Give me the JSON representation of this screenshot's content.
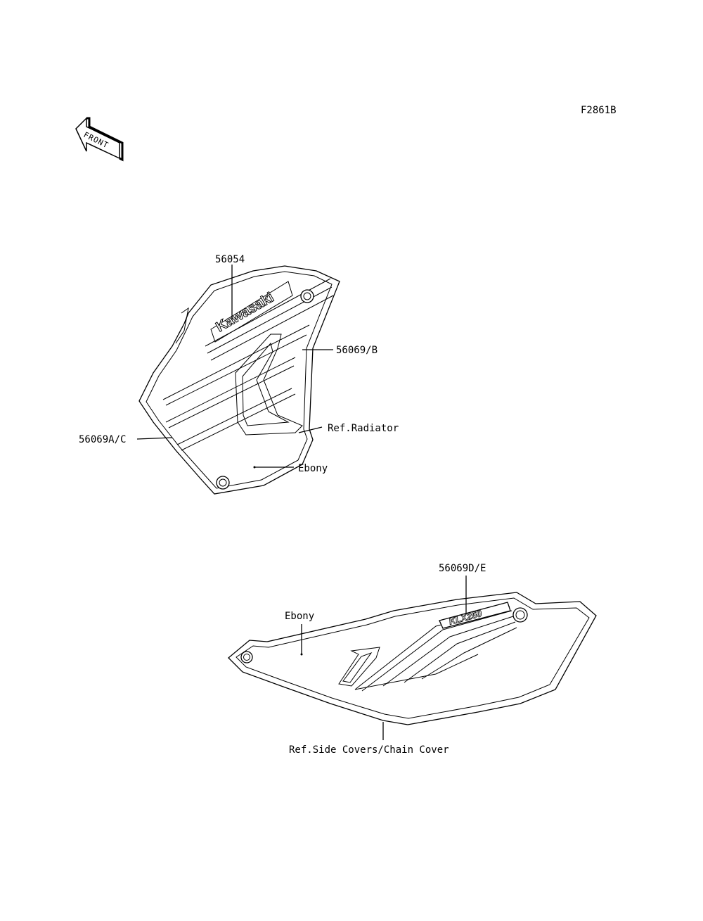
{
  "figure_code": "F2861B",
  "front_arrow": {
    "text": "FRONT"
  },
  "shroud": {
    "logo": "Kawasaki",
    "callouts": {
      "part_56054": "56054",
      "part_56069_b": "56069/B",
      "ref_radiator": "Ref.Radiator",
      "part_56069_ac": "56069A/C",
      "ebony": "Ebony"
    }
  },
  "side_cover": {
    "logo": "KLX250",
    "callouts": {
      "part_56069_de": "56069D/E",
      "ebony": "Ebony",
      "ref_side_covers": "Ref.Side Covers/Chain Cover"
    }
  }
}
